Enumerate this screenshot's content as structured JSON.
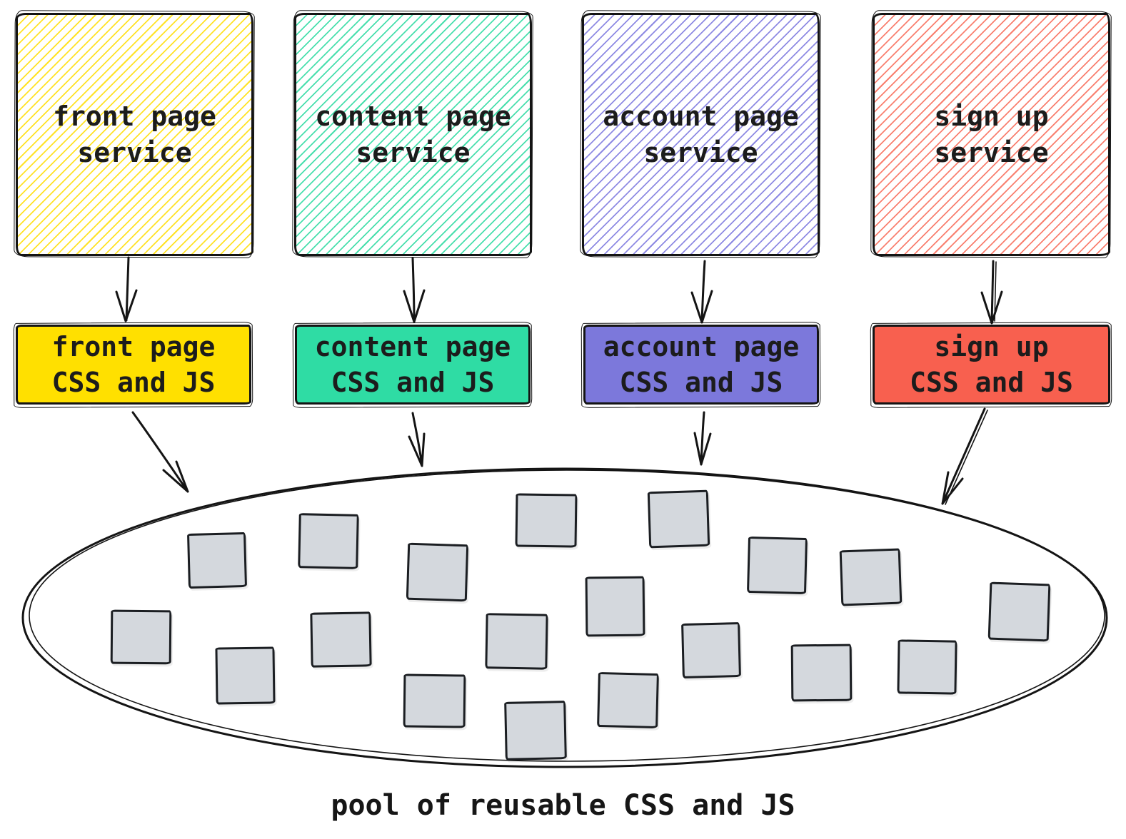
{
  "colors": {
    "ink": "#141414",
    "square_fill": "#d4d8dd",
    "square_border": "#1b1e22"
  },
  "services": [
    {
      "name": "front page service",
      "box_label": "front page\nservice",
      "rect_label": "front page\nCSS and JS",
      "fill": "#ffe000",
      "hatch": "#ffe226"
    },
    {
      "name": "content page service",
      "box_label": "content page\nservice",
      "rect_label": "content page\nCSS and JS",
      "fill": "#2fdca4",
      "hatch": "#48dfad"
    },
    {
      "name": "account page service",
      "box_label": "account page\nservice",
      "rect_label": "account page\nCSS and JS",
      "fill": "#7c78db",
      "hatch": "#8e8ae3"
    },
    {
      "name": "sign up service",
      "box_label": "sign up\nservice",
      "rect_label": "sign up\nCSS and JS",
      "fill": "#f8604f",
      "hatch": "#f97f6f"
    }
  ],
  "pool": {
    "caption": "pool of reusable CSS and JS",
    "square_count": 19
  }
}
